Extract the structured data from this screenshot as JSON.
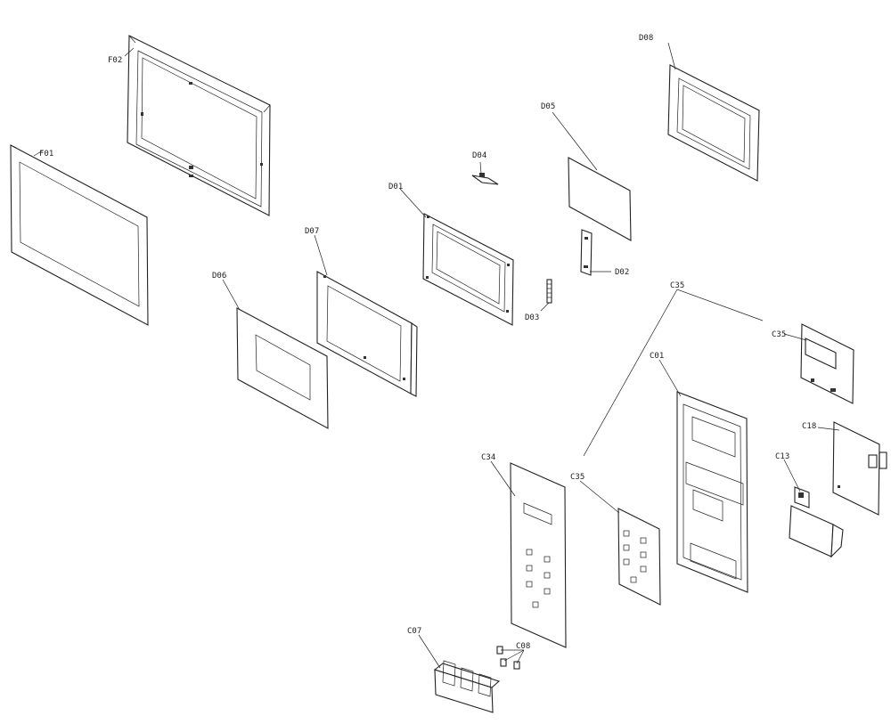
{
  "labels": {
    "F01": "F01",
    "F02": "F02",
    "D01": "D01",
    "D02": "D02",
    "D03": "D03",
    "D04": "D04",
    "D05": "D05",
    "D06": "D06",
    "D07": "D07",
    "D08": "D08",
    "C01": "C01",
    "C07": "C07",
    "C08": "C08",
    "C13": "C13",
    "C18": "C18",
    "C34": "C34",
    "C35_top": "C35",
    "C35_right": "C35",
    "C35_mid": "C35"
  }
}
